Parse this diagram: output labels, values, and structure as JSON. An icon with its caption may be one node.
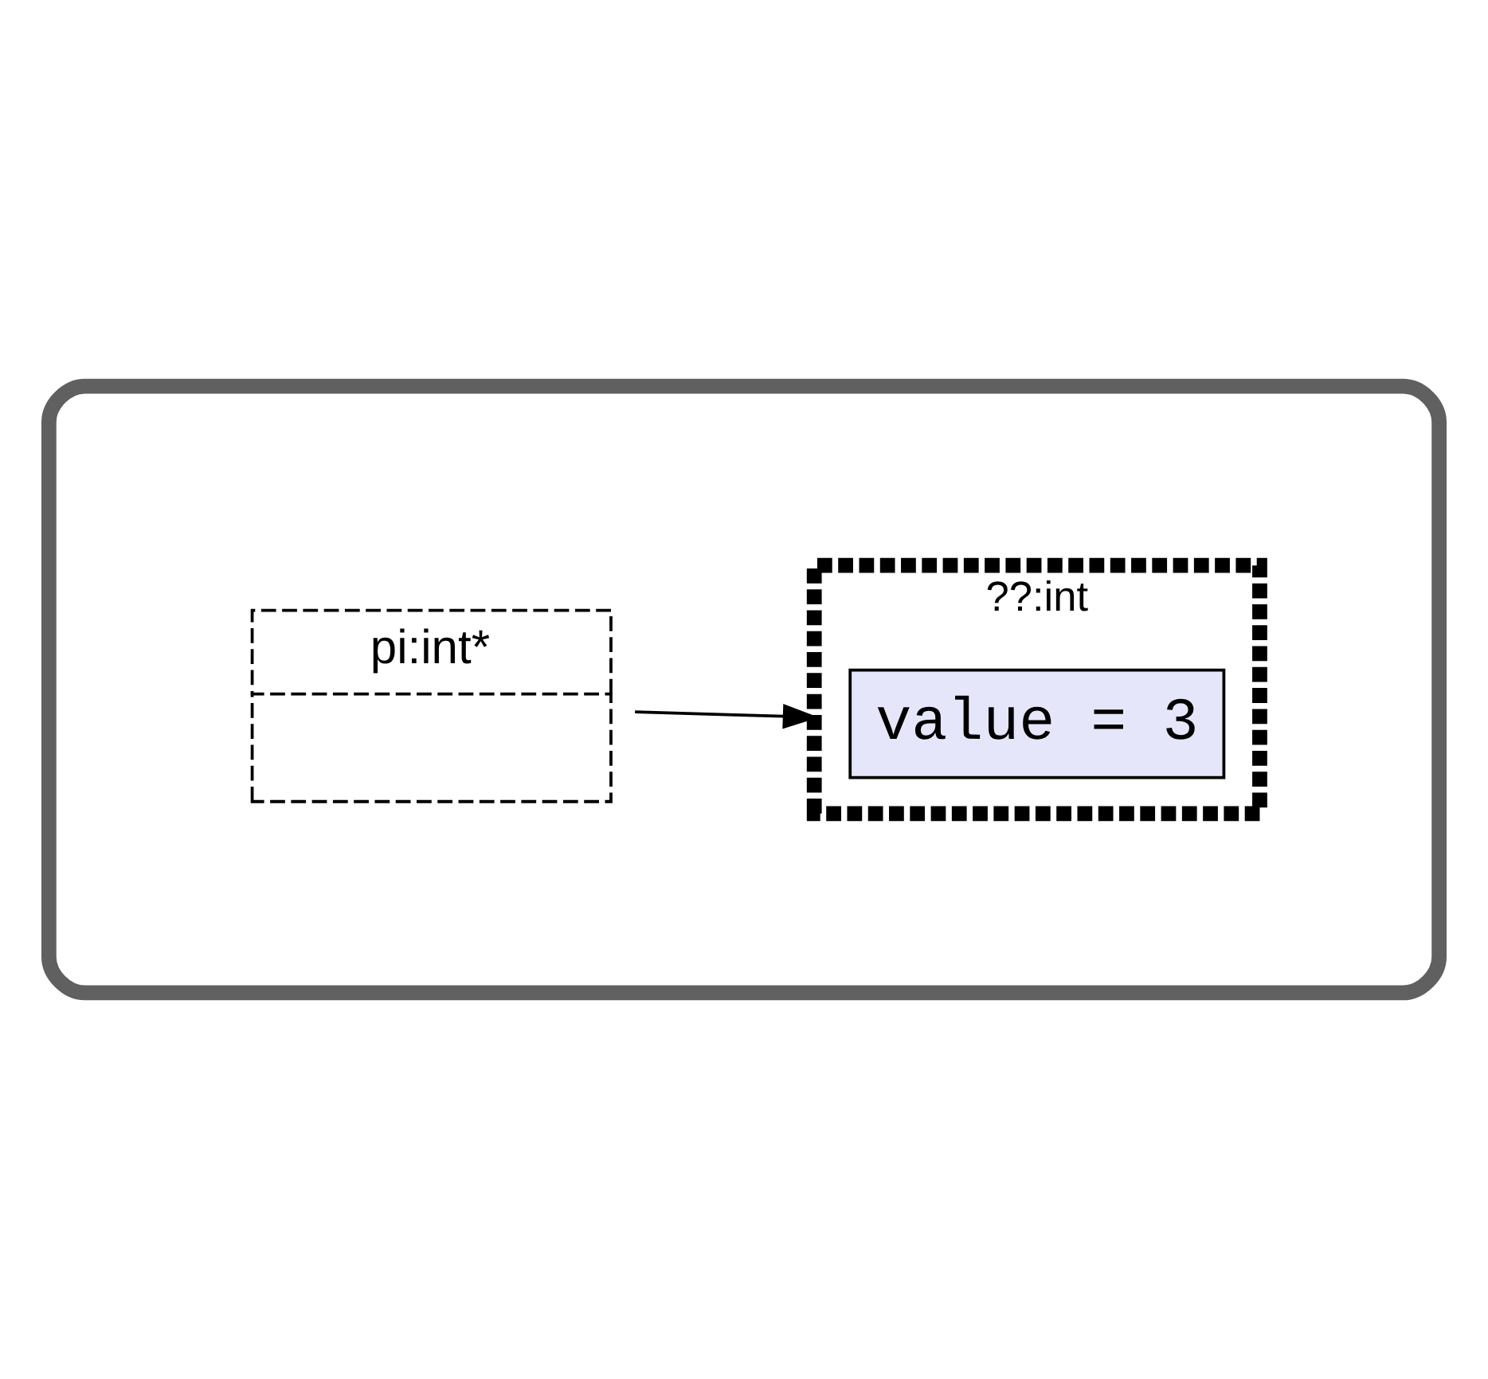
{
  "diagram": {
    "nodes": [
      {
        "text": [],
        "shape": "cloud"
      },
      {
        "text": [
          "pi:int*"
        ],
        "in": 0
      },
      {
        "text": [
          "??:int"
        ],
        "in": 0
      },
      {
        "text": [
          "value = 3"
        ],
        "in": 2
      }
    ],
    "edges": [
      {
        "from": 1,
        "to": 2,
        "arrow": "to"
      }
    ]
  }
}
